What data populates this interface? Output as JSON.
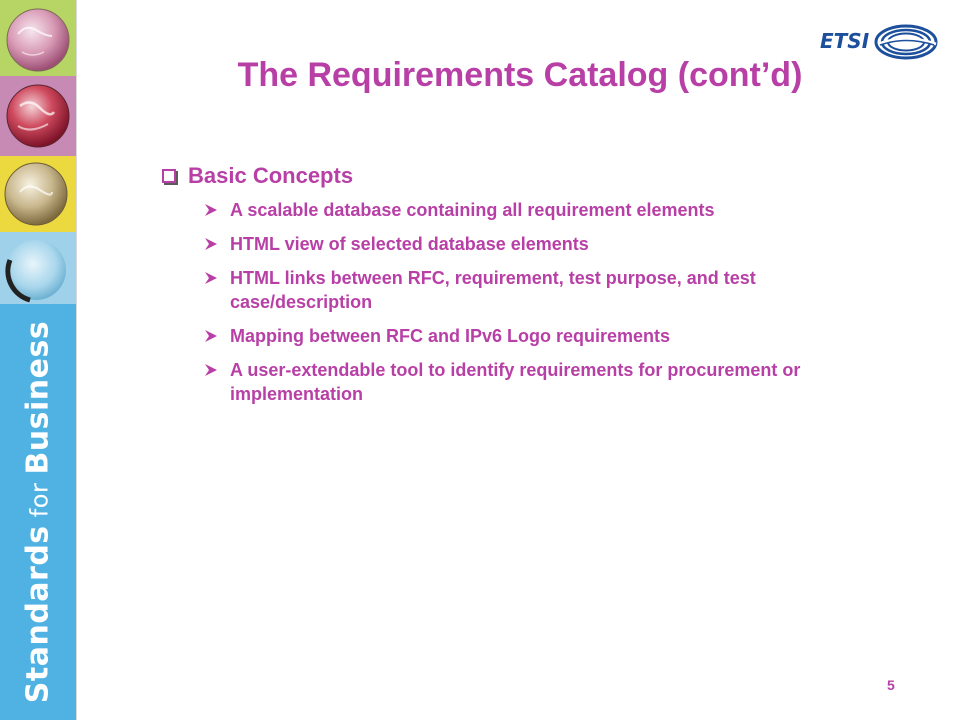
{
  "slide": {
    "title": "The Requirements Catalog (cont’d)",
    "page_number": "5"
  },
  "sidebar": {
    "brand_part1": "Standards",
    "brand_part2": " for ",
    "brand_part3": "Business"
  },
  "logo": {
    "text": "ETSI"
  },
  "content": {
    "heading": "Basic Concepts",
    "bullets": [
      "A scalable database containing all requirement elements",
      "HTML view of selected database elements",
      "HTML links between RFC, requirement, test purpose, and test case/description",
      "Mapping between RFC and IPv6 Logo requirements",
      "A user-extendable tool to identify requirements for procurement or implementation"
    ]
  },
  "colors": {
    "title": "#b83fa6",
    "sidebar_brand": "#4fb2e3",
    "tile_green": "#b6d565",
    "tile_mauve": "#c78ab4",
    "tile_yellow": "#ecd93f",
    "tile_lightblue": "#9fd1ea",
    "logo_blue": "#1c4f9c"
  }
}
